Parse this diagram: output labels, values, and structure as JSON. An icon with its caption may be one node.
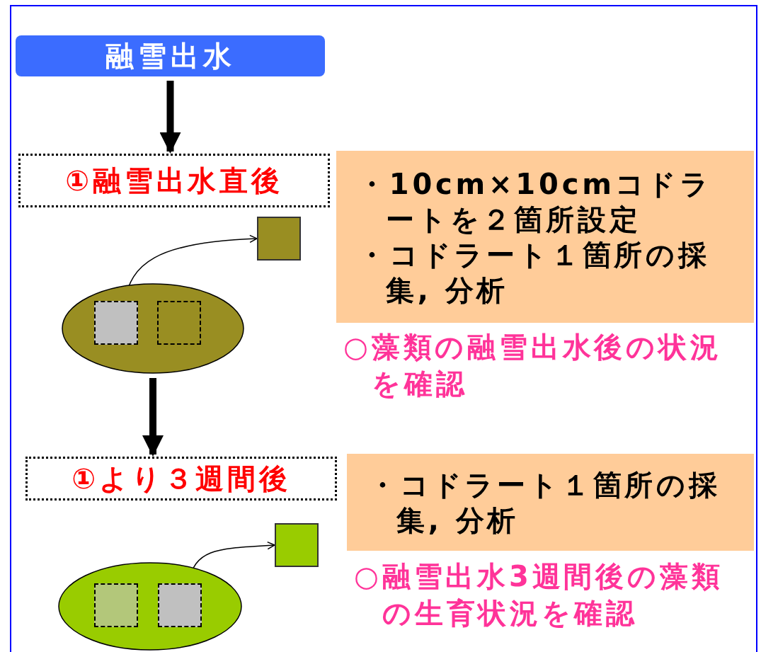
{
  "diagram": {
    "nodes": [
      {
        "text": [
          "融雪出水"
        ]
      },
      {
        "text": [
          "①融雪出水直後"
        ]
      },
      {
        "text": [
          "・10cm×10cmコドラートを２箇所設定",
          "・コドラート１箇所の採集, 分析"
        ]
      },
      {
        "text": [],
        "shape": "ellipse"
      },
      {
        "text": [],
        "shape": "box",
        "in": 3
      },
      {
        "text": [],
        "shape": "box",
        "in": 3
      },
      {
        "text": [],
        "shape": "box"
      },
      {
        "text": [
          "①より３週間後"
        ]
      },
      {
        "text": [
          "・コドラート１箇所の採集, 分析"
        ]
      },
      {
        "text": [],
        "shape": "ellipse"
      },
      {
        "text": [],
        "shape": "box",
        "in": 9
      },
      {
        "text": [],
        "shape": "box",
        "in": 9
      },
      {
        "text": [],
        "shape": "box"
      }
    ],
    "edges": [
      {
        "from": 0,
        "to": 1,
        "arrow": "to",
        "style": "thick"
      },
      {
        "from": 4,
        "to": 6,
        "arrow": "to"
      },
      {
        "from": 3,
        "to": 7,
        "arrow": "to",
        "style": "thick"
      },
      {
        "from": 11,
        "to": 12,
        "arrow": "to"
      }
    ],
    "labels": [
      "○藻類の融雪出水後の状況を確認",
      "○融雪出水3週間後の藻類の生育状況を確認"
    ]
  }
}
